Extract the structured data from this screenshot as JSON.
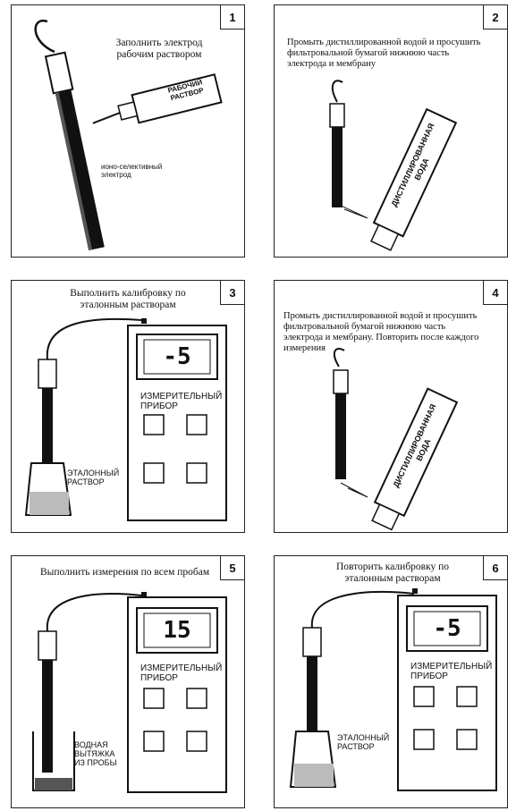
{
  "panels": [
    {
      "number": "1",
      "caption": "Заполнить электрод\nрабочим раствором",
      "bottle_label": "РАБОЧИЙ\nРАСТВОР",
      "electrode_label": "ионо-селективный\nэлектрод"
    },
    {
      "number": "2",
      "caption": "Промыть дистиллированной водой и просушить\nфильтровальной бумагой нижнюю часть\nэлектрода и мембрану",
      "bottle_label": "ДИСТИЛЛИРОВАННАЯ\nВОДА"
    },
    {
      "number": "3",
      "caption": "Выполнить калибровку по\nэталонным растворам",
      "display": "-5",
      "meter_label": "ИЗМЕРИТЕЛЬНЫЙ\nПРИБОР",
      "solution_label": "ЭТАЛОННЫЙ\nРАСТВОР"
    },
    {
      "number": "4",
      "caption": "Промыть дистиллированной водой и просушить\nфильтровальной бумагой нижнюю часть\nэлектрода и мембрану.  Повторить после каждого\n измерения",
      "bottle_label": "ДИСТИЛЛИРОВАННАЯ\nВОДА"
    },
    {
      "number": "5",
      "caption": "Выполнить измерения по всем пробам",
      "display": "15",
      "meter_label": "ИЗМЕРИТЕЛЬНЫЙ\nПРИБОР",
      "solution_label": "ВОДНАЯ\nВЫТЯЖКА\nИЗ ПРОБЫ"
    },
    {
      "number": "6",
      "caption": "Повторить калибровку по\nэталонным растворам",
      "display": "-5",
      "meter_label": "ИЗМЕРИТЕЛЬНЫЙ\nПРИБОР",
      "solution_label": "ЭТАЛОННЫЙ\nРАСТВОР"
    }
  ]
}
